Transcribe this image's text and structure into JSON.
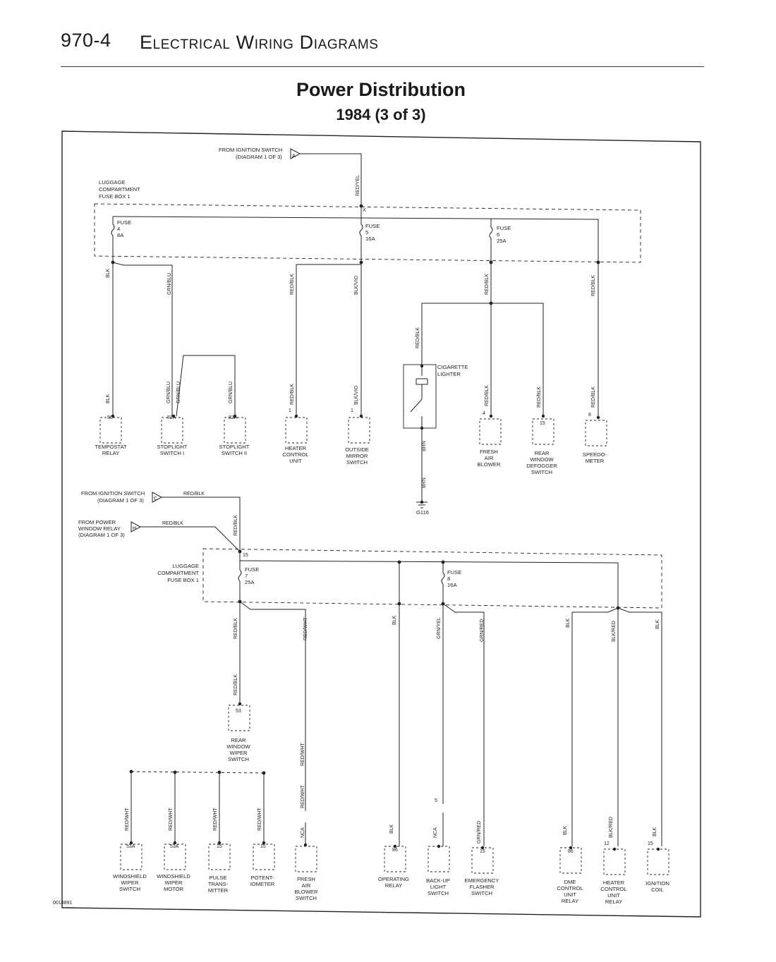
{
  "header": {
    "page_number": "970-4",
    "section_title": "Electrical Wiring Diagrams"
  },
  "title": "Power Distribution",
  "subtitle": "1984 (3 of 3)",
  "figure_id": "0018891",
  "top": {
    "from_ignition": [
      "FROM IGNITION SWITCH",
      "(DIAGRAM 1 OF 3)"
    ],
    "connector_a": "A",
    "fusebox": [
      "LUGGAGE",
      "COMPARTMENT",
      "FUSE BOX 1"
    ],
    "feed_wire": "RED/YEL",
    "x_mark": "X",
    "fuse4": [
      "FUSE",
      "4",
      "8A"
    ],
    "fuse5": [
      "FUSE",
      "5",
      "16A"
    ],
    "fuse6": [
      "FUSE",
      "6",
      "25A"
    ],
    "wires": {
      "blk": "BLK",
      "grnblu": "GRN/BLU",
      "redblk": "RED/BLK",
      "blkvio": "BLK/VIO",
      "brn": "BRN"
    },
    "cigarette_lighter": [
      "CIGARETTE",
      "LIGHTER"
    ],
    "ground": "G116",
    "pins": {
      "p56": "56",
      "p82a": "82A",
      "p82a2": "82A",
      "p1a": "1",
      "p1b": "1",
      "p4": "4",
      "p15": "15",
      "p8": "8"
    },
    "components": {
      "tempostat": [
        "TEMPOSTAT",
        "RELAY"
      ],
      "stop1": [
        "STOPLIGHT",
        "SWITCH I"
      ],
      "stop2": [
        "STOPLIGHT",
        "SWITCH II"
      ],
      "heater": [
        "HEATER",
        "CONTROL",
        "UNIT"
      ],
      "mirror": [
        "OUTSIDE",
        "MIRROR",
        "SWITCH"
      ],
      "blower": [
        "FRESH",
        "AIR",
        "BLOWER"
      ],
      "defog": [
        "REAR",
        "WINDOW",
        "DEFOGGER",
        "SWITCH"
      ],
      "speedo": [
        "SPEEDO-",
        "METER"
      ]
    }
  },
  "bottom": {
    "from_ignition": [
      "FROM IGNITION SWITCH",
      "(DIAGRAM 1 OF 3)"
    ],
    "connector_c": "C",
    "from_power_window": [
      "FROM POWER",
      "WINDOW RELAY",
      "(DIAGRAM 1 OF 3)"
    ],
    "connector_h": "H",
    "fusebox": [
      "LUGGAGE",
      "COMPARTMENT",
      "FUSE BOX 1"
    ],
    "term15": "15",
    "fuse7": [
      "FUSE",
      "7",
      "25A"
    ],
    "fuse8": [
      "FUSE",
      "8",
      "16A"
    ],
    "wires": {
      "redblk": "RED/BLK",
      "redwht": "RED/WHT",
      "blk": "BLK",
      "grnyel": "GRN/YEL",
      "grnred": "GRN/RED",
      "blkred": "BLK/RED",
      "nca": "NCA"
    },
    "pins": {
      "p53": "53",
      "p53a": "53A",
      "p53a2": "53A",
      "p15a": "15",
      "p15b": "15",
      "p86a": "86",
      "p15c": "15",
      "p86b": "86",
      "p12": "12",
      "p15d": "15",
      "p5": "5"
    },
    "components": {
      "rear_wiper": [
        "REAR",
        "WINDOW",
        "WIPER",
        "SWITCH"
      ],
      "ws_switch": [
        "WINDSHIELD",
        "WIPER",
        "SWITCH"
      ],
      "ws_motor": [
        "WINDSHIELD",
        "WIPER",
        "MOTOR"
      ],
      "pulse": [
        "PULSE",
        "TRANS-",
        "MITTER"
      ],
      "pot": [
        "POTENT-",
        "IOMETER"
      ],
      "blower_sw": [
        "FRESH",
        "AIR",
        "BLOWER",
        "SWITCH"
      ],
      "oprelay": [
        "OPERATING",
        "RELAY"
      ],
      "backup": [
        "BACK-UP",
        "LIGHT",
        "SWITCH"
      ],
      "flasher": [
        "EMERGENCY",
        "FLASHER",
        "SWITCH"
      ],
      "dme": [
        "DME",
        "CONTROL",
        "UNIT",
        "RELAY"
      ],
      "heater_relay": [
        "HEATER",
        "CONTROL",
        "UNIT",
        "RELAY"
      ],
      "ignition": [
        "IGNITION",
        "COIL"
      ]
    }
  }
}
